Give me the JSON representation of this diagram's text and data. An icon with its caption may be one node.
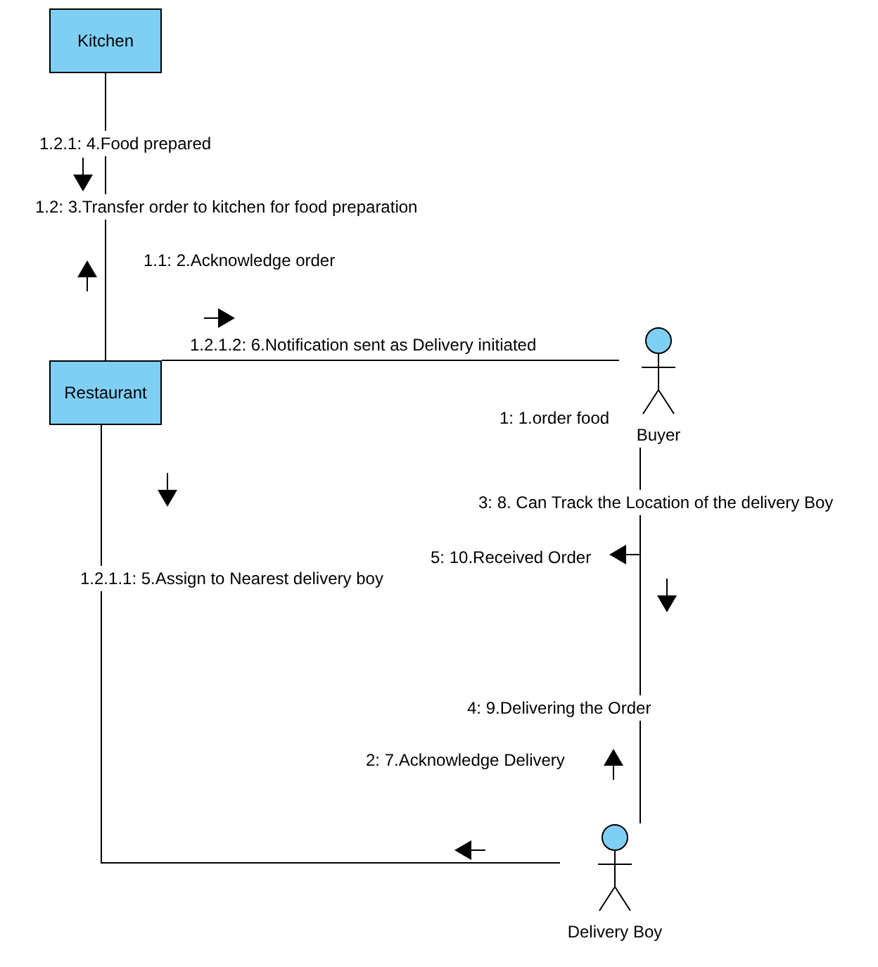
{
  "diagram": {
    "nodes": [
      {
        "text": [
          "Kitchen"
        ]
      },
      {
        "text": [
          "Restaurant"
        ]
      },
      {
        "text": [
          "Buyer"
        ]
      },
      {
        "text": [
          "Delivery Boy"
        ]
      }
    ],
    "edges": [
      {
        "from": 0,
        "to": 1,
        "arrow": "none"
      },
      {
        "from": 1,
        "to": 2,
        "arrow": "none"
      },
      {
        "from": 1,
        "to": 3,
        "arrow": "none"
      },
      {
        "from": 2,
        "to": 3,
        "arrow": "none"
      }
    ],
    "labels": [
      "1.2.1: 4.Food prepared",
      "1.2: 3.Transfer order to kitchen for food preparation",
      "1.1: 2.Acknowledge order",
      "1.2.1.2: 6.Notification sent as Delivery initiated",
      "1: 1.order food",
      "3: 8. Can Track the Location of the delivery Boy",
      "5: 10.Received Order",
      "1.2.1.1: 5.Assign to Nearest delivery boy",
      "4: 9.Delivering the Order",
      "2: 7.Acknowledge Delivery"
    ]
  }
}
